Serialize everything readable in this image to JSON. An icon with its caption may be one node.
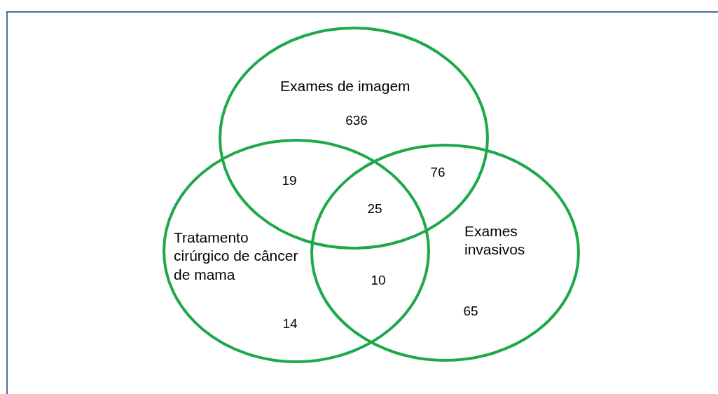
{
  "diagram": {
    "nodes": [
      {
        "text": [
          "Exames de imagem"
        ]
      },
      {
        "text": [
          "Tratamento cirúrgico de câncer de mama"
        ]
      },
      {
        "text": [
          "Exames invasivos"
        ]
      }
    ],
    "labels": [
      "636",
      "19",
      "76",
      "25",
      "10",
      "65",
      "14"
    ]
  }
}
